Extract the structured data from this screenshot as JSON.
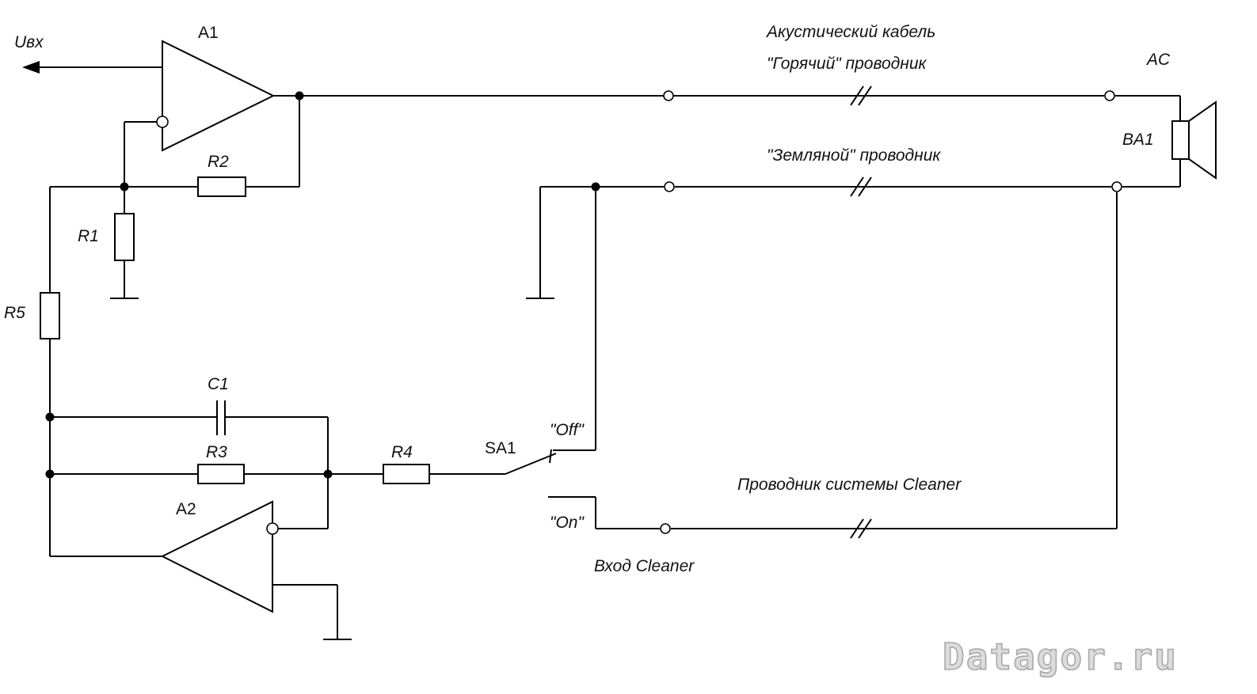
{
  "labels": {
    "uin": "Uвх",
    "a1": "A1",
    "a2": "A2",
    "r1": "R1",
    "r2": "R2",
    "r3": "R3",
    "r4": "R4",
    "r5": "R5",
    "c1": "C1",
    "sa1": "SA1",
    "ac": "AC",
    "ba1": "BA1",
    "off": "\"Off\"",
    "on": "\"On\"",
    "cable": "Акустический кабель",
    "hot": "\"Горячий\" проводник",
    "ground_wire": "\"Земляной\" проводник",
    "cleaner_wire": "Проводник системы Cleaner",
    "cleaner_input": "Вход Cleaner"
  },
  "watermark": "Datagor.ru",
  "colors": {
    "line": "#000000",
    "background": "#ffffff",
    "watermark": "#a9a9a9"
  }
}
